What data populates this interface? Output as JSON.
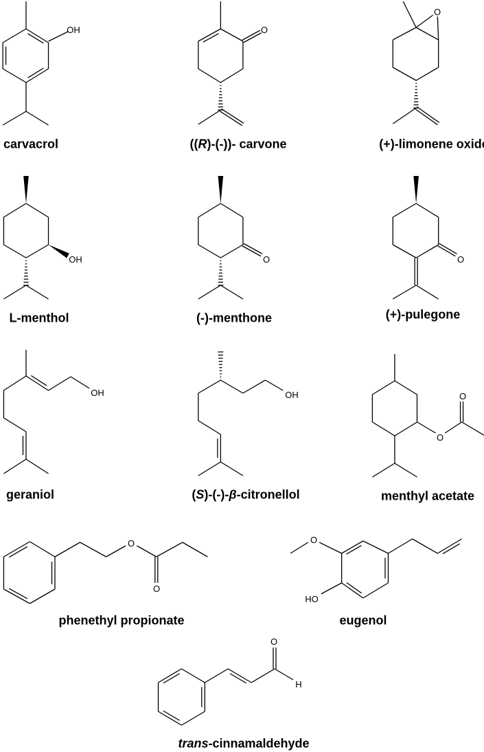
{
  "compounds": [
    {
      "id": "carvacrol",
      "name": [
        {
          "t": "carvacrol"
        }
      ],
      "atoms": [
        "OH"
      ]
    },
    {
      "id": "carvone",
      "name": [
        {
          "t": "(("
        },
        {
          "t": "R",
          "i": true
        },
        {
          "t": ")-(-))- carvone"
        }
      ],
      "atoms": [
        "O"
      ]
    },
    {
      "id": "limonene-oxide",
      "name": [
        {
          "t": "(+)-limonene oxide"
        }
      ],
      "atoms": [
        "O"
      ]
    },
    {
      "id": "l-menthol",
      "name": [
        {
          "t": "L-menthol"
        }
      ],
      "atoms": [
        "OH"
      ]
    },
    {
      "id": "menthone",
      "name": [
        {
          "t": "(-)-menthone"
        }
      ],
      "atoms": [
        "O"
      ]
    },
    {
      "id": "pulegone",
      "name": [
        {
          "t": "(+)-pulegone"
        }
      ],
      "atoms": [
        "O"
      ]
    },
    {
      "id": "geraniol",
      "name": [
        {
          "t": "geraniol"
        }
      ],
      "atoms": [
        "OH"
      ]
    },
    {
      "id": "citronellol",
      "name": [
        {
          "t": "("
        },
        {
          "t": "S",
          "i": true
        },
        {
          "t": ")-(-)-"
        },
        {
          "t": "β",
          "i": true
        },
        {
          "t": "-citronellol"
        }
      ],
      "atoms": [
        "OH"
      ]
    },
    {
      "id": "menthyl-acetate",
      "name": [
        {
          "t": "menthyl acetate"
        }
      ],
      "atoms": [
        "O",
        "O"
      ]
    },
    {
      "id": "phenethyl-propionate",
      "name": [
        {
          "t": "phenethyl propionate"
        }
      ],
      "atoms": [
        "O",
        "O"
      ]
    },
    {
      "id": "eugenol",
      "name": [
        {
          "t": "eugenol"
        }
      ],
      "atoms": [
        "O",
        "HO"
      ]
    },
    {
      "id": "cinnamaldehyde",
      "name": [
        {
          "t": "trans",
          "i": true
        },
        {
          "t": "-cinnamaldehyde"
        }
      ],
      "atoms": [
        "O",
        "H"
      ]
    }
  ],
  "colors": {
    "ink": "#000000",
    "background": "#ffffff"
  }
}
